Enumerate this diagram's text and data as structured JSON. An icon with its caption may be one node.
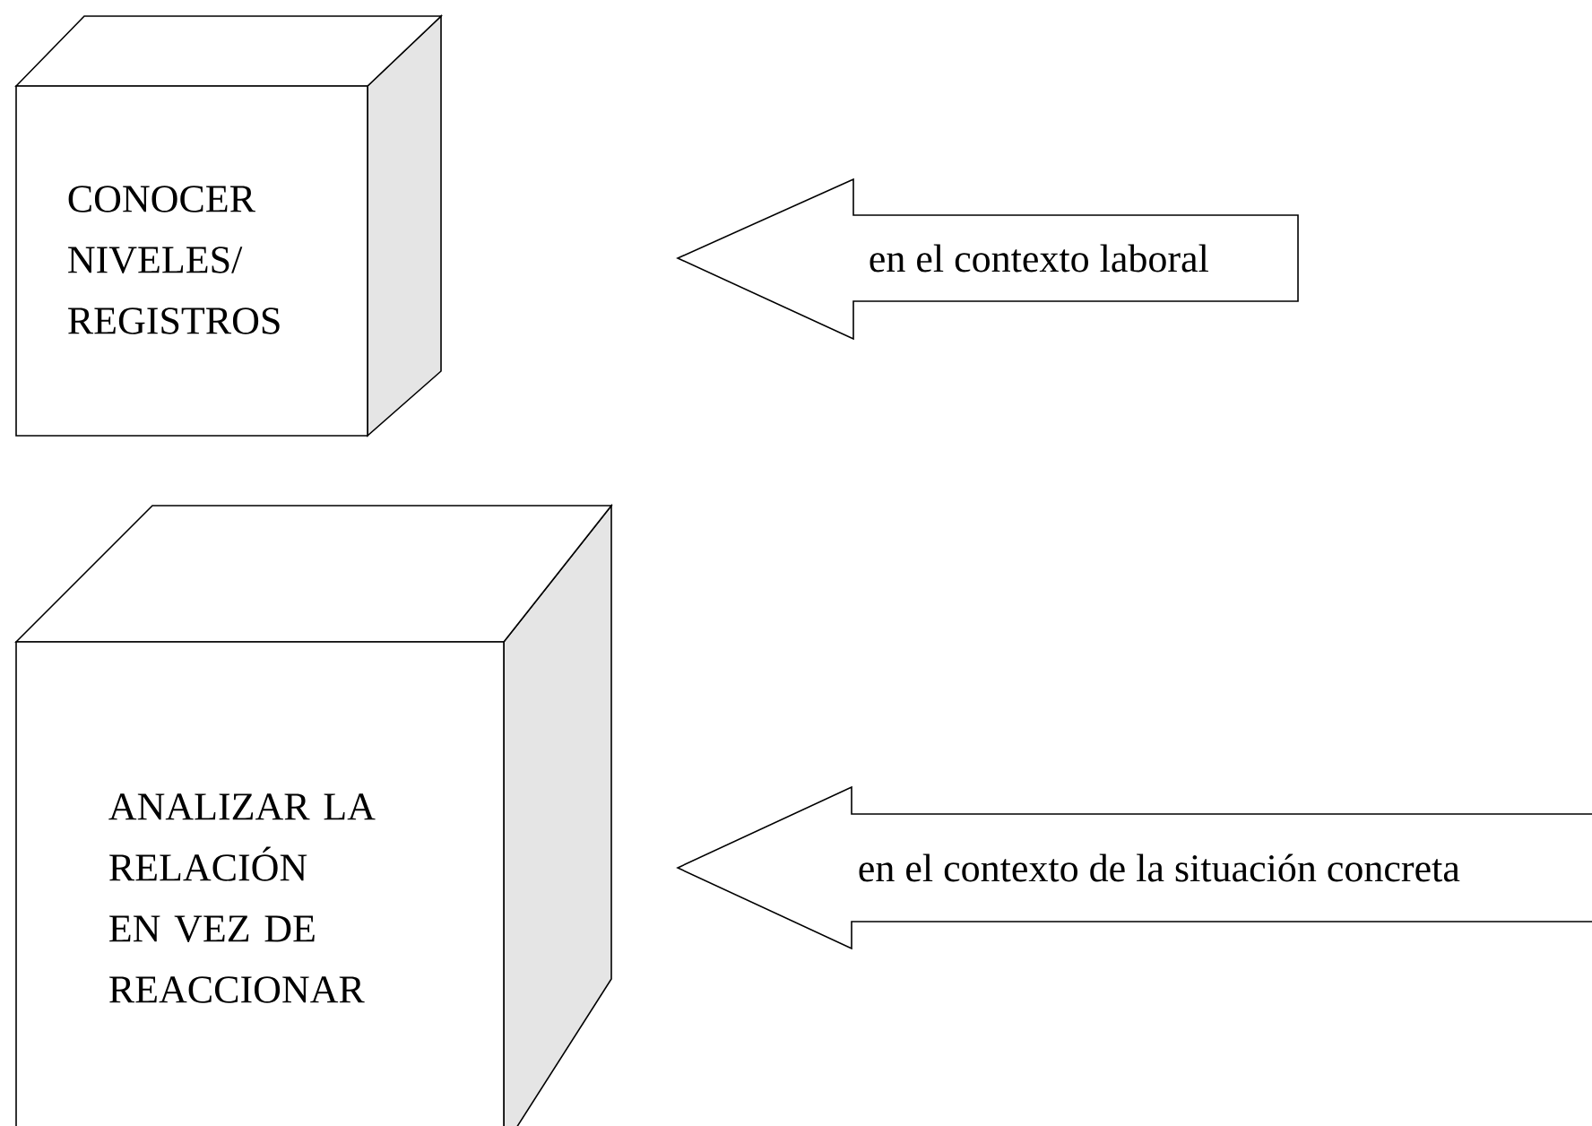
{
  "diagram": {
    "nodes": [
      {
        "text": [
          "CONOCER NIVELES/ REGISTROS"
        ]
      },
      {
        "text": [
          "en el contexto laboral"
        ]
      },
      {
        "text": [
          "ANALIZAR LA RELACIÓN EN VEZ DE REACCIONAR"
        ]
      },
      {
        "text": [
          "en el contexto de la situación concreta"
        ]
      }
    ]
  }
}
